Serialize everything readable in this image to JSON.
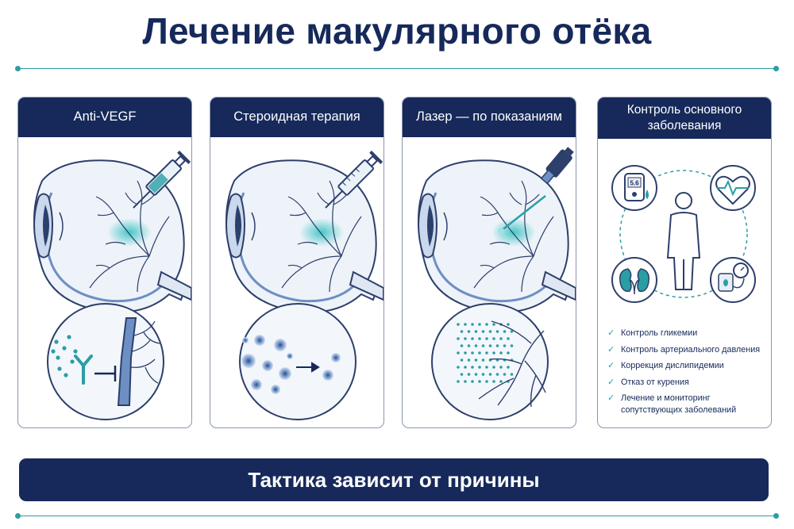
{
  "title": "Лечение макулярного отёка",
  "panels": [
    {
      "title": "Anti-VEGF"
    },
    {
      "title": "Стероидная терапия"
    },
    {
      "title": "Лазер — по показаниям"
    },
    {
      "title": "Контроль основного заболевания"
    }
  ],
  "glucometer_reading": "5.6",
  "checklist": [
    "Контроль гликемии",
    "Контроль артериального давления",
    "Коррекция дислипидемии",
    "Отказ от курения",
    "Лечение и мониторинг сопутствующих заболеваний"
  ],
  "banner": "Тактика зависит от причины",
  "colors": {
    "navy": "#16295a",
    "teal": "#2a9ea5",
    "outline": "#2d3f6b"
  }
}
